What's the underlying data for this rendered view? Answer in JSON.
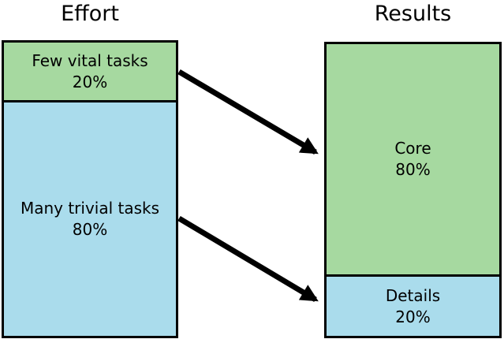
{
  "colors": {
    "green": "#a6d9a0",
    "blue": "#aadcec",
    "stroke": "#000000",
    "background": "#ffffff"
  },
  "left_column": {
    "title": "Effort",
    "segments": [
      {
        "label": "Few vital tasks",
        "percent": "20%",
        "color": "green"
      },
      {
        "label": "Many trivial tasks",
        "percent": "80%",
        "color": "blue"
      }
    ]
  },
  "right_column": {
    "title": "Results",
    "segments": [
      {
        "label": "Core",
        "percent": "80%",
        "color": "green"
      },
      {
        "label": "Details",
        "percent": "20%",
        "color": "blue"
      }
    ]
  },
  "arrows": [
    {
      "name": "arrow-few-vital-to-core",
      "from": "Few vital tasks",
      "to": "Core"
    },
    {
      "name": "arrow-many-trivial-to-details",
      "from": "Many trivial tasks",
      "to": "Details"
    }
  ]
}
